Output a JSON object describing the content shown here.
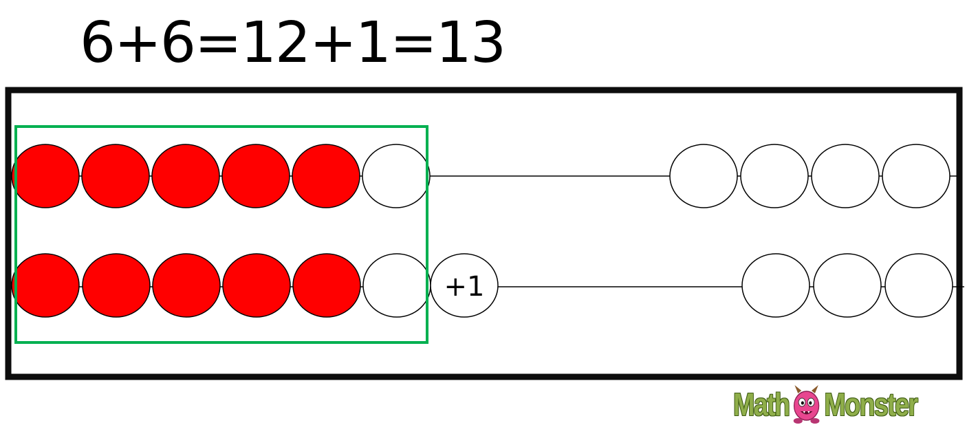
{
  "equation": "6+6=12+1=13",
  "frame": {
    "rows": [
      {
        "beads": [
          {
            "filled": true
          },
          {
            "filled": true
          },
          {
            "filled": true
          },
          {
            "filled": true
          },
          {
            "filled": true
          },
          {
            "filled": false
          },
          {
            "filled": false
          },
          {
            "filled": false
          },
          {
            "filled": false
          },
          {
            "filled": false
          }
        ],
        "extra_bead_label": ""
      },
      {
        "beads": [
          {
            "filled": true
          },
          {
            "filled": true
          },
          {
            "filled": true
          },
          {
            "filled": true
          },
          {
            "filled": true
          },
          {
            "filled": false
          },
          {
            "filled": false
          },
          {
            "filled": false
          },
          {
            "filled": false
          }
        ],
        "extra_bead_label": "+1"
      }
    ],
    "highlight": {
      "rows_covered": 2,
      "beads_per_row": 6
    }
  },
  "colors": {
    "filled_bead": "#ff0000",
    "empty_bead": "#ffffff",
    "frame_border": "#0d0d0d",
    "highlight_border": "#00b050",
    "logo_text": "#8fae4a",
    "monster_body": "#e8468f"
  },
  "logo": {
    "left_word": "Math",
    "right_word": "Monster",
    "icon": "monster-icon"
  }
}
